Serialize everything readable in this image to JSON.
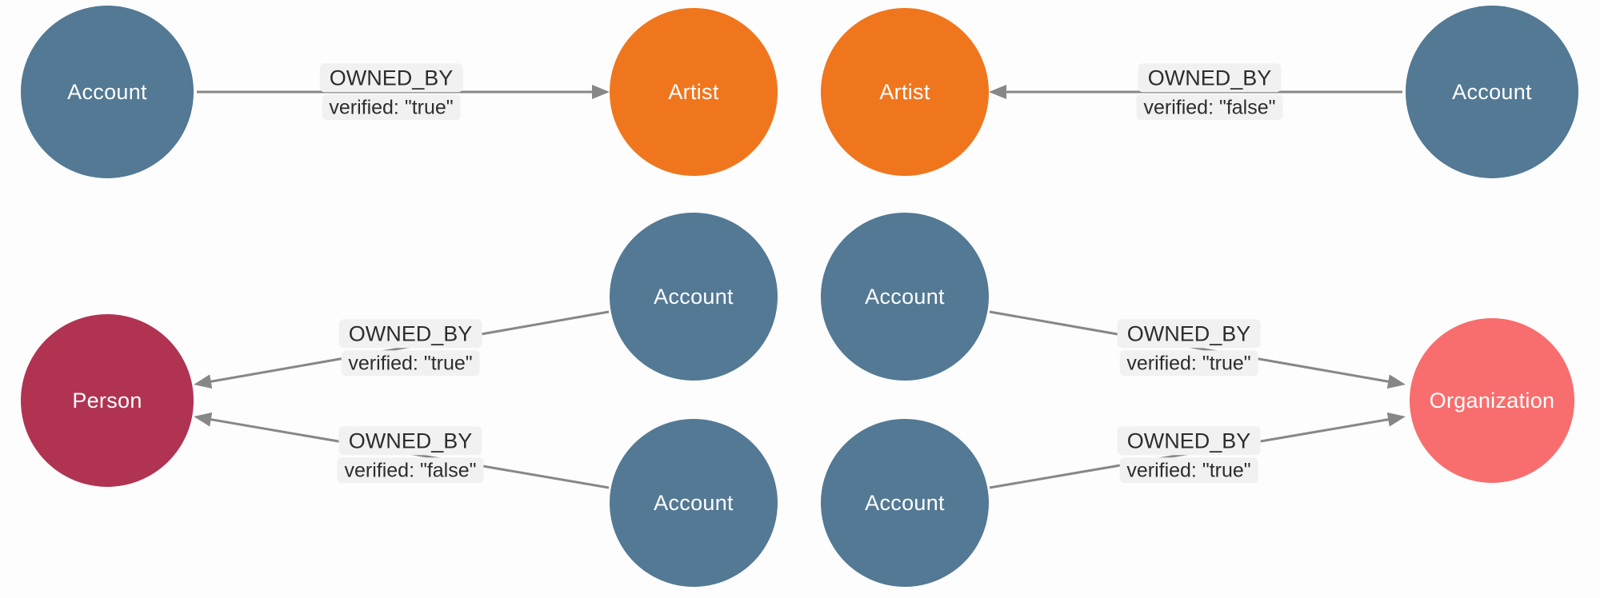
{
  "canvas": {
    "background": "#fdfdfd",
    "edge_color": "#878787",
    "label_chip_bg": "#f1f1f1",
    "label_text_color": "#2d2d2d",
    "node_text_color": "#ffffff"
  },
  "node_type_colors": {
    "account": "#537994",
    "artist": "#F0761E",
    "person": "#B03452",
    "organization": "#F86E6E"
  },
  "nodes": [
    {
      "label": "Account",
      "type": "account",
      "color": "#537994"
    },
    {
      "label": "Artist",
      "type": "artist",
      "color": "#F0761E"
    },
    {
      "label": "Artist",
      "type": "artist",
      "color": "#F0761E"
    },
    {
      "label": "Account",
      "type": "account",
      "color": "#537994"
    },
    {
      "label": "Person",
      "type": "person",
      "color": "#B03452"
    },
    {
      "label": "Account",
      "type": "account",
      "color": "#537994"
    },
    {
      "label": "Account",
      "type": "account",
      "color": "#537994"
    },
    {
      "label": "Account",
      "type": "account",
      "color": "#537994"
    },
    {
      "label": "Account",
      "type": "account",
      "color": "#537994"
    },
    {
      "label": "Organization",
      "type": "organization",
      "color": "#F86E6E"
    }
  ],
  "edges": [
    {
      "from": "Account",
      "to": "Artist",
      "type": "OWNED_BY",
      "property": "verified: \"true\""
    },
    {
      "from": "Account",
      "to": "Artist",
      "type": "OWNED_BY",
      "property": "verified: \"false\""
    },
    {
      "from": "Account",
      "to": "Person",
      "type": "OWNED_BY",
      "property": "verified: \"true\""
    },
    {
      "from": "Account",
      "to": "Person",
      "type": "OWNED_BY",
      "property": "verified: \"false\""
    },
    {
      "from": "Account",
      "to": "Organization",
      "type": "OWNED_BY",
      "property": "verified: \"true\""
    },
    {
      "from": "Account",
      "to": "Organization",
      "type": "OWNED_BY",
      "property": "verified: \"true\""
    }
  ]
}
